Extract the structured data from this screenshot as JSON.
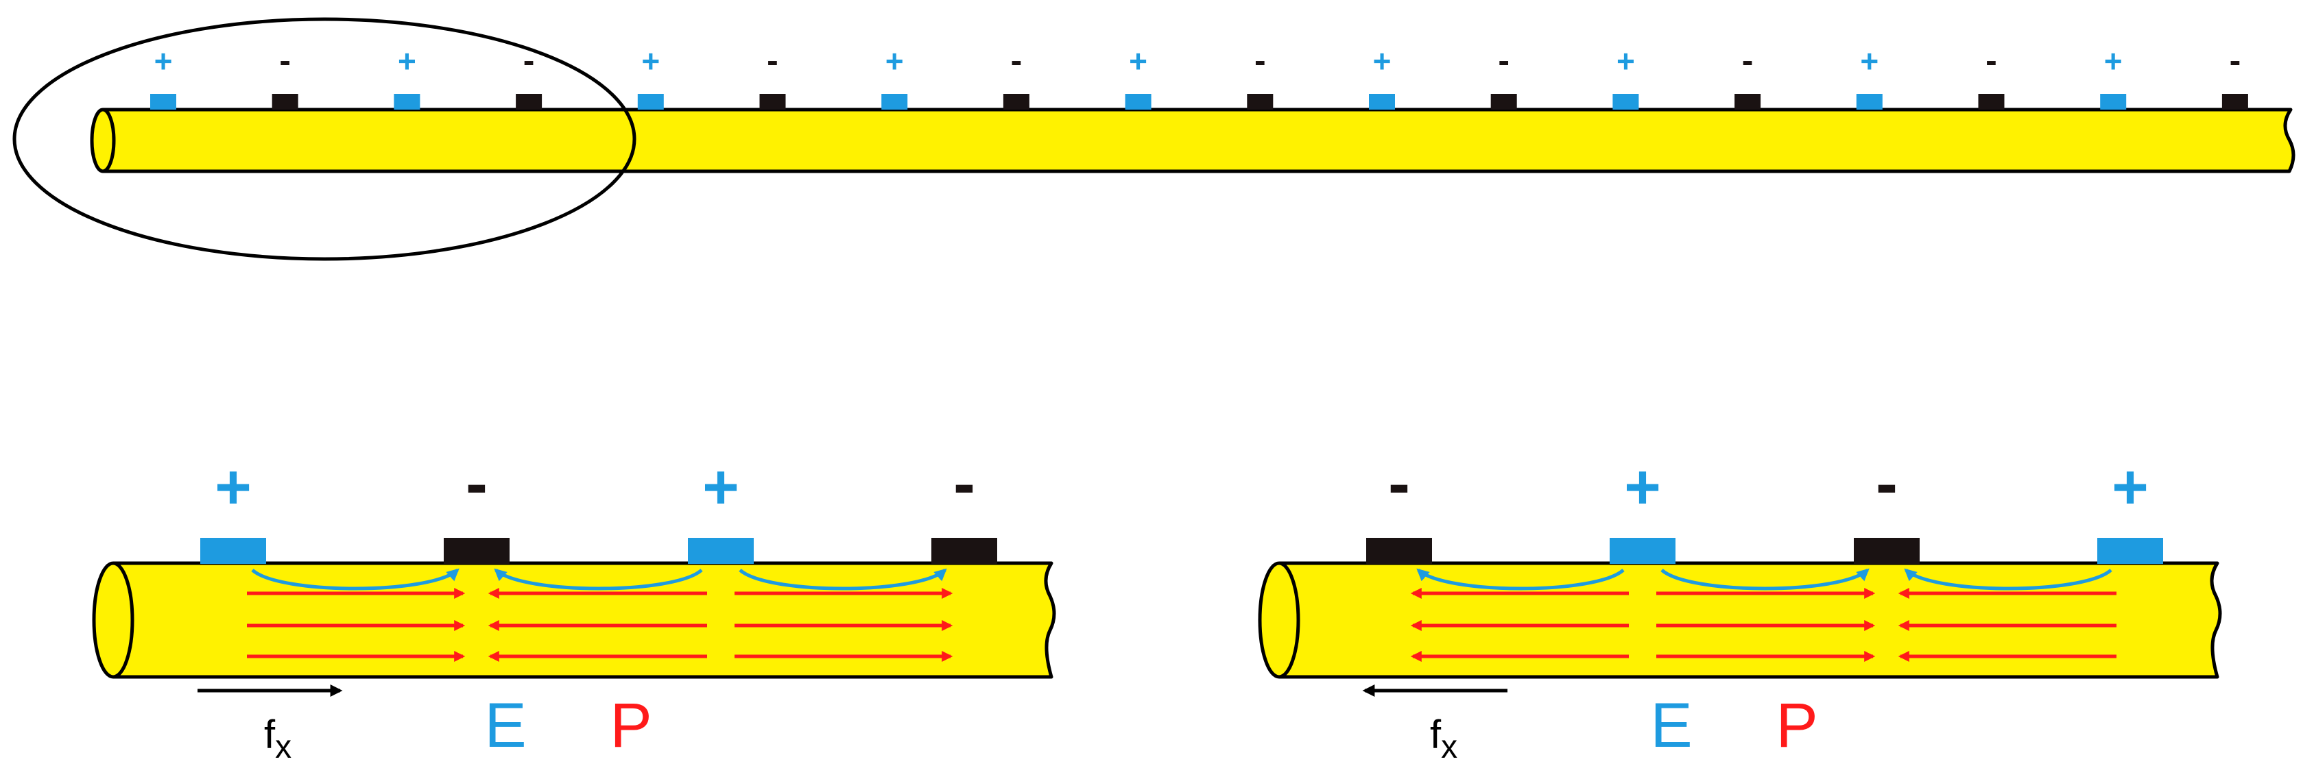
{
  "colors": {
    "fiber_fill": "#fff200",
    "fiber_stroke": "#000000",
    "positive_electrode": "#1e9be0",
    "negative_electrode": "#1a1212",
    "field_line": "#1e9be0",
    "polarization_arrow": "#ff1a1a",
    "force_arrow": "#000000",
    "highlight_ellipse": "#000000"
  },
  "top_fiber": {
    "electrode_signs": [
      "+",
      "-",
      "+",
      "-",
      "+",
      "-",
      "+",
      "-",
      "+",
      "-",
      "+",
      "-",
      "+",
      "-",
      "+",
      "-",
      "+",
      "-"
    ]
  },
  "panel_left": {
    "electrode_signs": [
      "+",
      "-",
      "+",
      "-"
    ],
    "force_direction": "right",
    "force_label_main": "f",
    "force_label_sub": "x",
    "field_label": "E",
    "polarization_label": "P"
  },
  "panel_right": {
    "electrode_signs": [
      "-",
      "+",
      "-",
      "+"
    ],
    "force_direction": "left",
    "force_label_main": "f",
    "force_label_sub": "x",
    "field_label": "E",
    "polarization_label": "P"
  }
}
